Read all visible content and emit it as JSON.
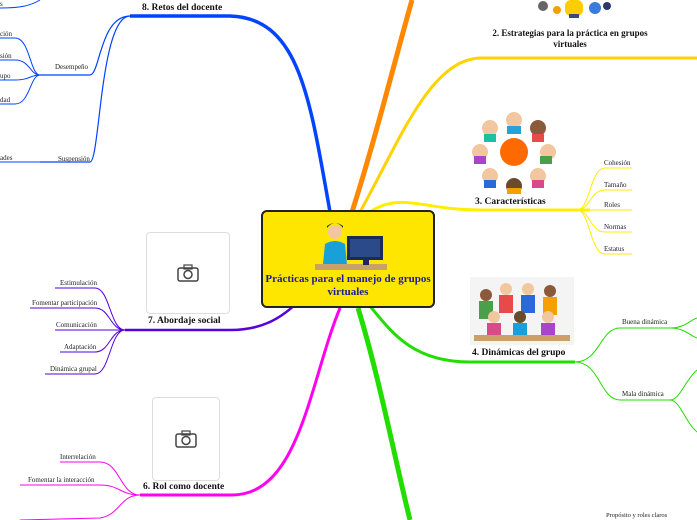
{
  "center": {
    "title": "Prácticas para el manejo de grupos virtuales",
    "icon": "teacher-at-computer-icon"
  },
  "branches": {
    "b2": {
      "title": "2. Estrategias para la práctica en grupos virtuales",
      "color": "#ffd200",
      "icon": "lightbulb-gears-icon"
    },
    "b3": {
      "title": "3. Características",
      "color": "#ffee00",
      "icon": "team-circle-icon",
      "items": [
        "Cohesión",
        "Tamaño",
        "Roles",
        "Normas",
        "Estatus"
      ]
    },
    "b4": {
      "title": "4. Dinámicas del grupo",
      "color": "#22dd00",
      "icon": "group-photo-icon",
      "items": [
        "Buena dinámica",
        "Mala dinámica"
      ]
    },
    "b5": {
      "items": [
        "Propósito y roles claros"
      ],
      "color": "#22dd00"
    },
    "b6": {
      "title": "6. Rol como docente",
      "color": "#ff00ee",
      "icon": "camera-icon",
      "items": [
        "Interrelación",
        "Fomentar la interacción"
      ]
    },
    "b7": {
      "title": "7. Abordaje social",
      "color": "#5500dd",
      "icon": "camera-icon",
      "items": [
        "Estimulación",
        "Fomentar participación",
        "Comunicación",
        "Adaptación",
        "Dinámica grupal"
      ]
    },
    "b8": {
      "title": "8. Retos del docente",
      "color": "#0044ff",
      "items": [
        "Desempeño",
        "Suspensión"
      ],
      "partial": [
        "s",
        "ción",
        "sión",
        "upo",
        "dad",
        "ades"
      ]
    },
    "b1": {
      "color": "#ff8800"
    }
  }
}
